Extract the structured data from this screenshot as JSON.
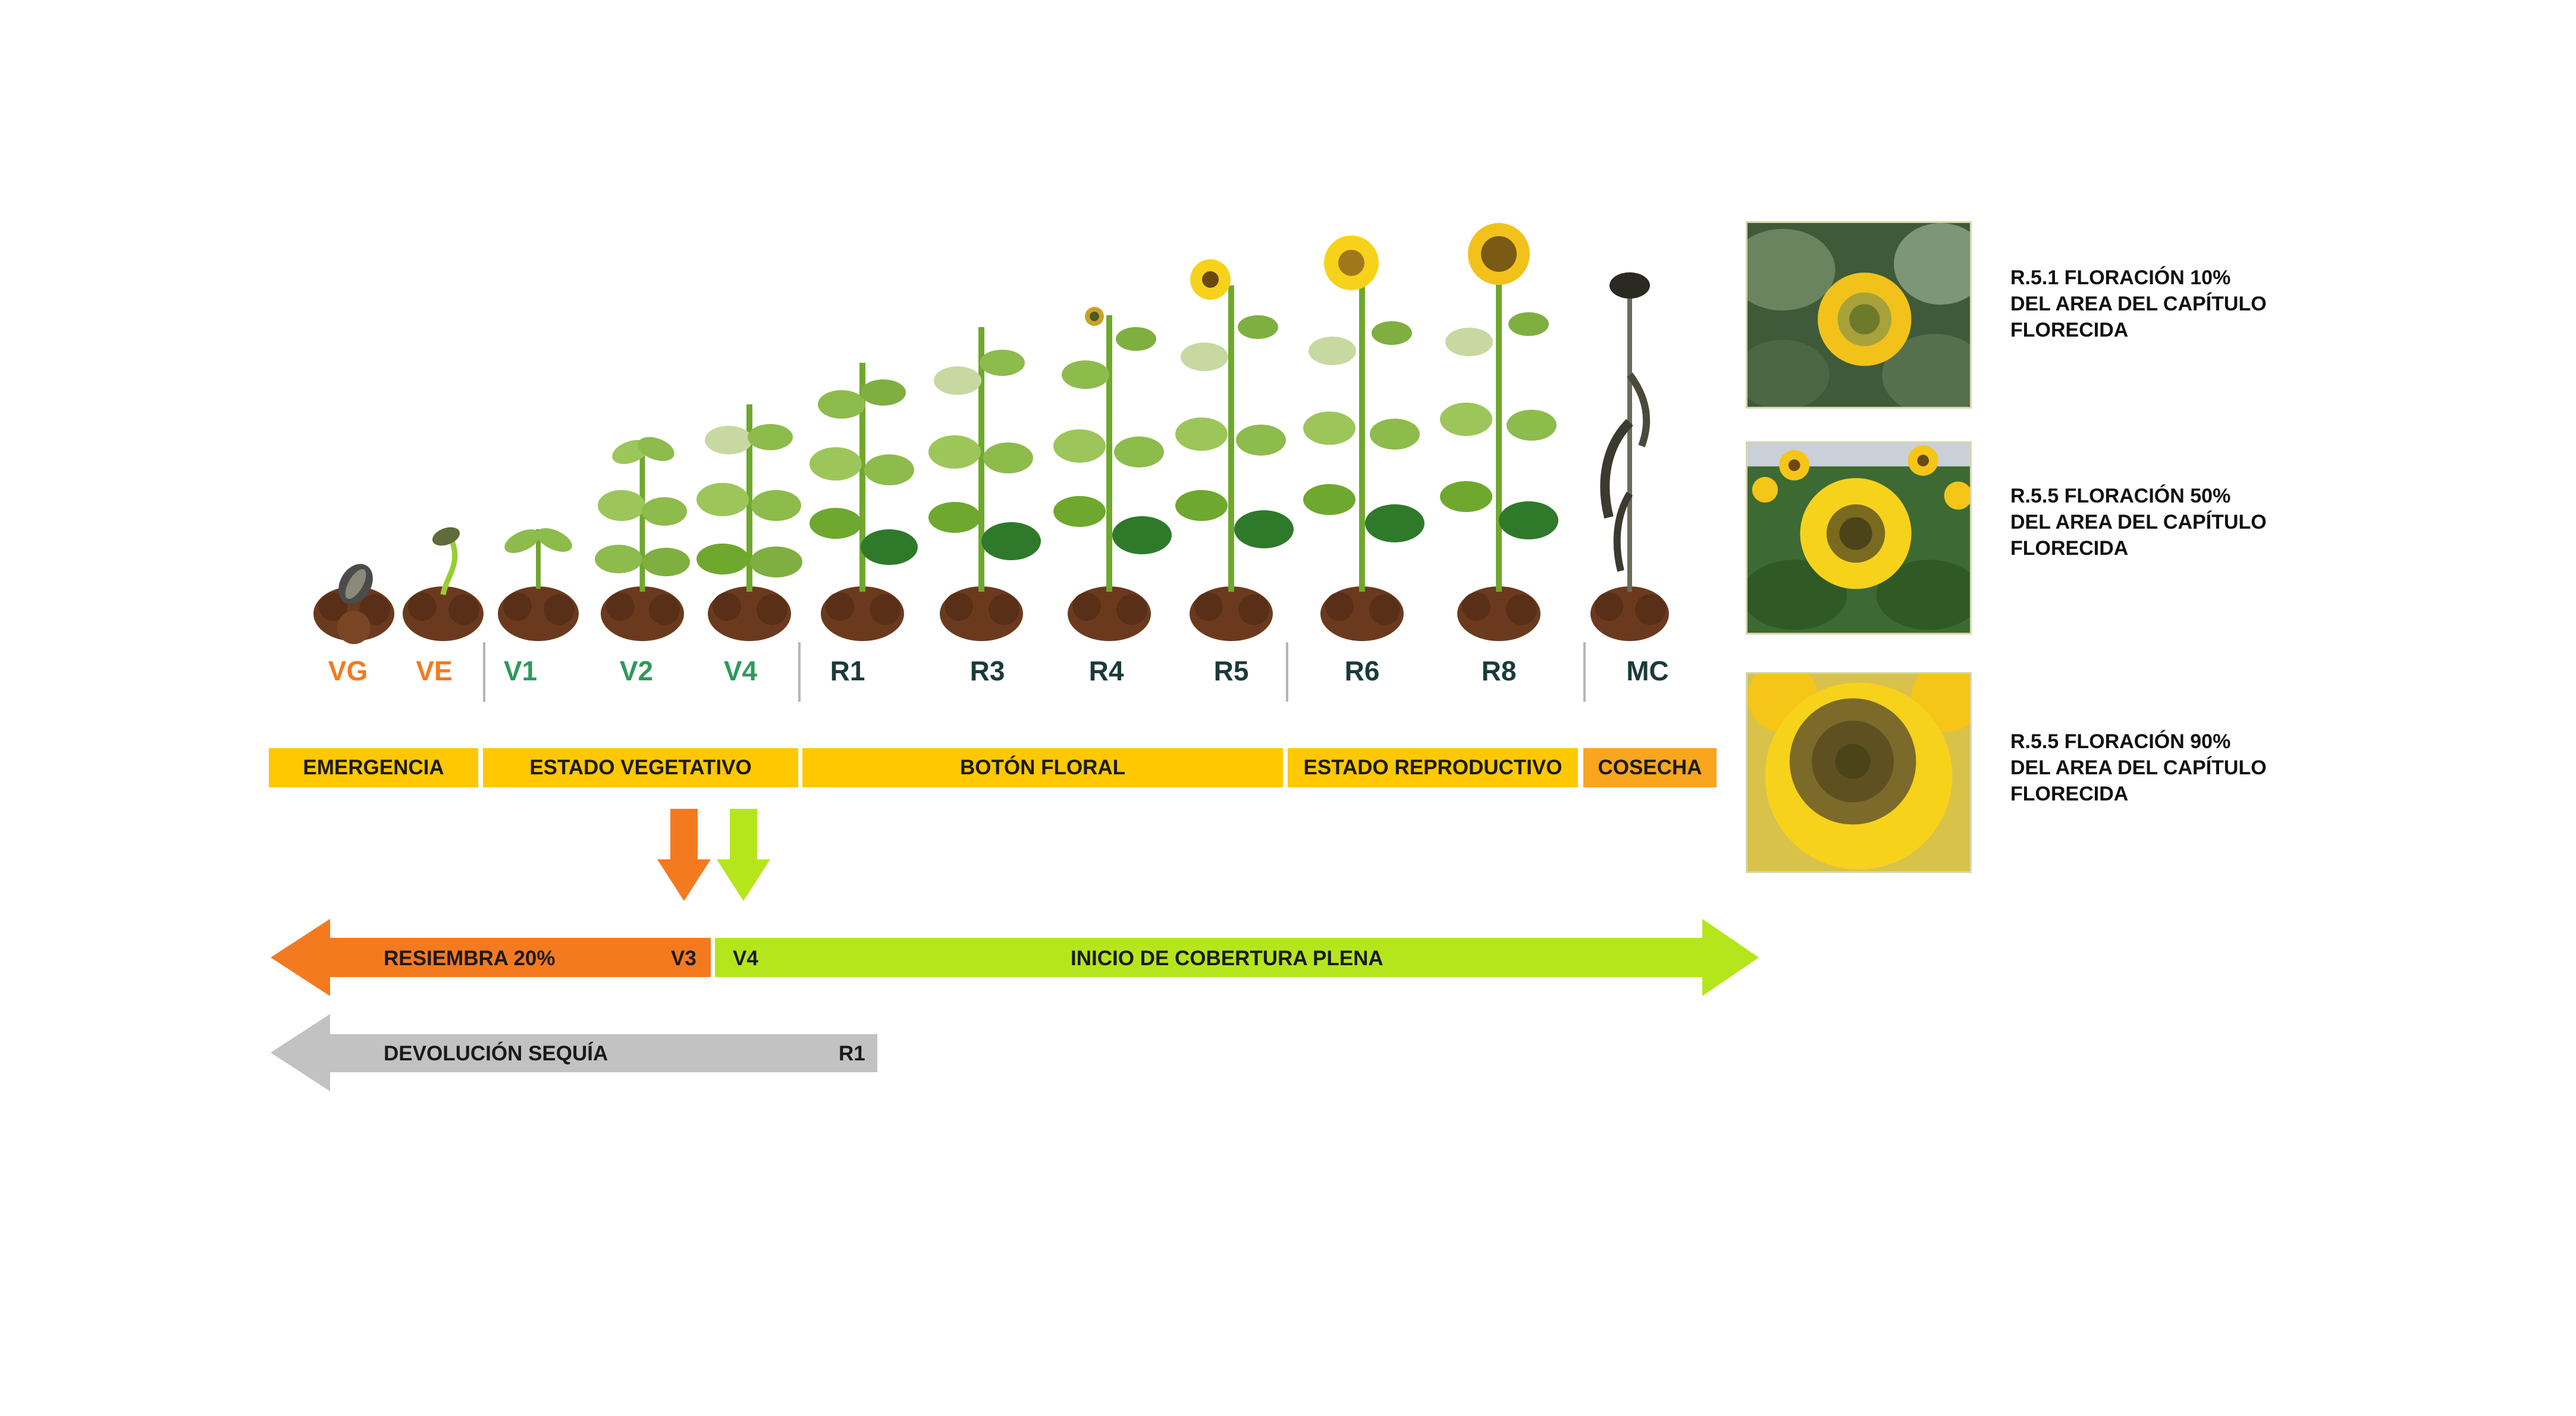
{
  "stages": [
    {
      "code": "VG",
      "color": "#F47A20"
    },
    {
      "code": "VE",
      "color": "#F47A20"
    },
    {
      "code": "V1",
      "color": "#2E9A5B"
    },
    {
      "code": "V2",
      "color": "#2E9A5B"
    },
    {
      "code": "V4",
      "color": "#2E9A5B"
    },
    {
      "code": "R1",
      "color": "#1B3A3A"
    },
    {
      "code": "R3",
      "color": "#1B3A3A"
    },
    {
      "code": "R4",
      "color": "#1B3A3A"
    },
    {
      "code": "R5",
      "color": "#1B3A3A"
    },
    {
      "code": "R6",
      "color": "#1B3A3A"
    },
    {
      "code": "R8",
      "color": "#1B3A3A"
    },
    {
      "code": "MC",
      "color": "#1B3A3A"
    }
  ],
  "phases": {
    "emergencia": "EMERGENCIA",
    "vegetativo": "ESTADO VEGETATIVO",
    "boton": "BOTÓN FLORAL",
    "reproductivo": "ESTADO REPRODUCTIVO",
    "cosecha": "COSECHA"
  },
  "arrows": {
    "resiembra": "RESIEMBRA 20%",
    "resiembra_end": "V3",
    "cobertura_start": "V4",
    "cobertura": "INICIO DE COBERTURA PLENA",
    "devolucion": "DEVOLUCIÓN SEQUÍA",
    "devolucion_end": "R1"
  },
  "flowering": [
    {
      "line1": "R.5.1 FLORACIÓN 10%",
      "line2": "DEL AREA DEL CAPÍTULO",
      "line3": "FLORECIDA"
    },
    {
      "line1": "R.5.5 FLORACIÓN 50%",
      "line2": "DEL AREA DEL CAPÍTULO",
      "line3": "FLORECIDA"
    },
    {
      "line1": "R.5.5 FLORACIÓN 90%",
      "line2": "DEL AREA DEL CAPÍTULO",
      "line3": "FLORECIDA"
    }
  ],
  "colors": {
    "orange": "#F47A20",
    "lime": "#B5E61D",
    "gray": "#C2C2C2",
    "yellow": "#FFC800",
    "soil": "#6B3A1E"
  },
  "icons": [
    "seed-icon",
    "sprout-icon",
    "sunflower-plant-icon",
    "soil-clod-icon",
    "sunflower-photo-icon"
  ]
}
